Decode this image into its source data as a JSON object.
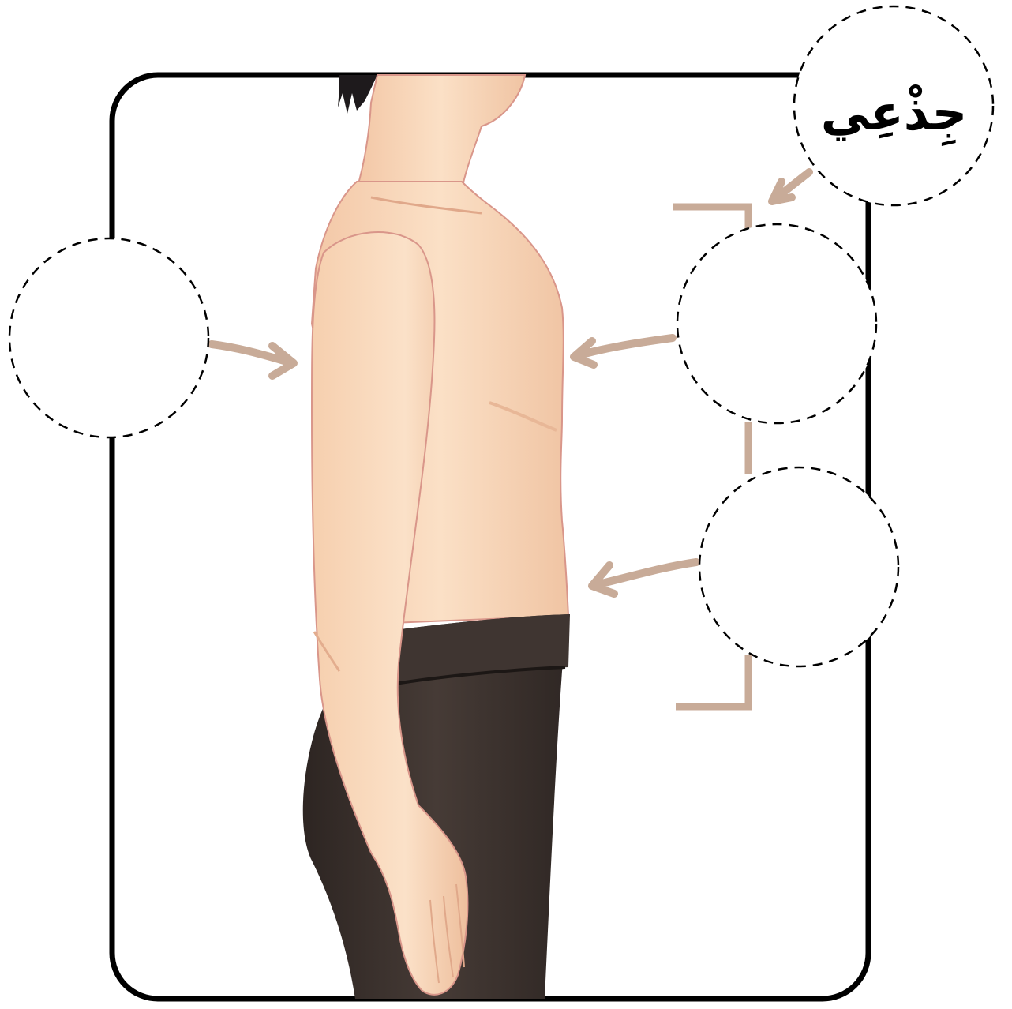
{
  "title": "جِذْعِي",
  "colors": {
    "frame": "#000000",
    "arrow": "#c8ab98",
    "skin": "#f6d3b4",
    "skin_shadow": "#e8b797",
    "skin_outline": "#d9968a",
    "pants": "#3a302c",
    "hair": "#1e1a1c",
    "background": "#ffffff"
  },
  "label_slots": [
    {
      "id": "slot-top-right",
      "content": "جِذْعِي"
    },
    {
      "id": "slot-left",
      "content": ""
    },
    {
      "id": "slot-chest",
      "content": ""
    },
    {
      "id": "slot-belly",
      "content": ""
    }
  ],
  "icons": [
    "torso-illustration",
    "arrow-icon",
    "bracket-icon"
  ]
}
